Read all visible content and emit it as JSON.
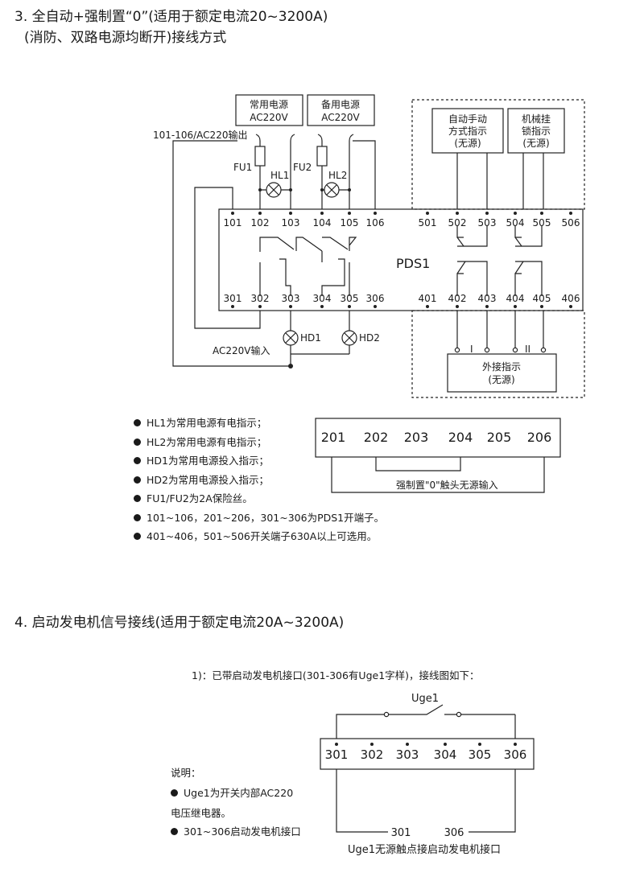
{
  "section3": {
    "title_line1": "3. 全自动+强制置“0”(适用于额定电流20~3200A)",
    "title_line2": "(消防、双路电源均断开)接线方式",
    "source_main": [
      "常用电源",
      "AC220V"
    ],
    "source_backup": [
      "备用电源",
      "AC220V"
    ],
    "output_label": "101-106/AC220输出",
    "fu1": "FU1",
    "fu2": "FU2",
    "hl1": "HL1",
    "hl2": "HL2",
    "hd1": "HD1",
    "hd2": "HD2",
    "pds": "PDS1",
    "auto_manual": [
      "自动手动",
      "方式指示",
      "(无源)"
    ],
    "mech_lock": [
      "机械挂",
      "锁指示",
      "(无源)"
    ],
    "ext_indicator": [
      "外接指示",
      "(无源)"
    ],
    "ac_input": "AC220V输入",
    "mark_I": "I",
    "mark_II": "II",
    "top_terminals": [
      "101",
      "102",
      "103",
      "104",
      "105",
      "106",
      "501",
      "502",
      "503",
      "504",
      "505",
      "506"
    ],
    "bottom_terminals": [
      "301",
      "302",
      "303",
      "304",
      "305",
      "306",
      "401",
      "402",
      "403",
      "404",
      "405",
      "406"
    ],
    "terminals_20x": [
      "201",
      "202",
      "203",
      "204",
      "205",
      "206"
    ],
    "force_zero_label": "强制置\"0\"触头无源输入",
    "notes": [
      "HL1为常用电源有电指示；",
      "HL2为常用电源有电指示；",
      "HD1为常用电源投入指示；",
      "HD2为常用电源投入指示；",
      "FU1/FU2为2A保险丝。",
      "101~106，201~206，301~306为PDS1开端子。",
      "401~406，501~506开关端子630A以上可选用。"
    ]
  },
  "section4": {
    "title": "4. 启动发电机信号接线(适用于额定电流20A~3200A)",
    "subtitle": "1)：已带启动发电机接口(301-306有Uge1字样)，接线图如下：",
    "uge": "Uge1",
    "terminals": [
      "301",
      "302",
      "303",
      "304",
      "305",
      "306"
    ],
    "label_left": "301",
    "label_right": "306",
    "caption": "Uge1无源触点接启动发电机接口",
    "explain_title": "说明：",
    "explain_1a": "Uge1为开关内部AC220",
    "explain_1b": "电压继电器。",
    "explain_2": "301~306启动发电机接口"
  }
}
